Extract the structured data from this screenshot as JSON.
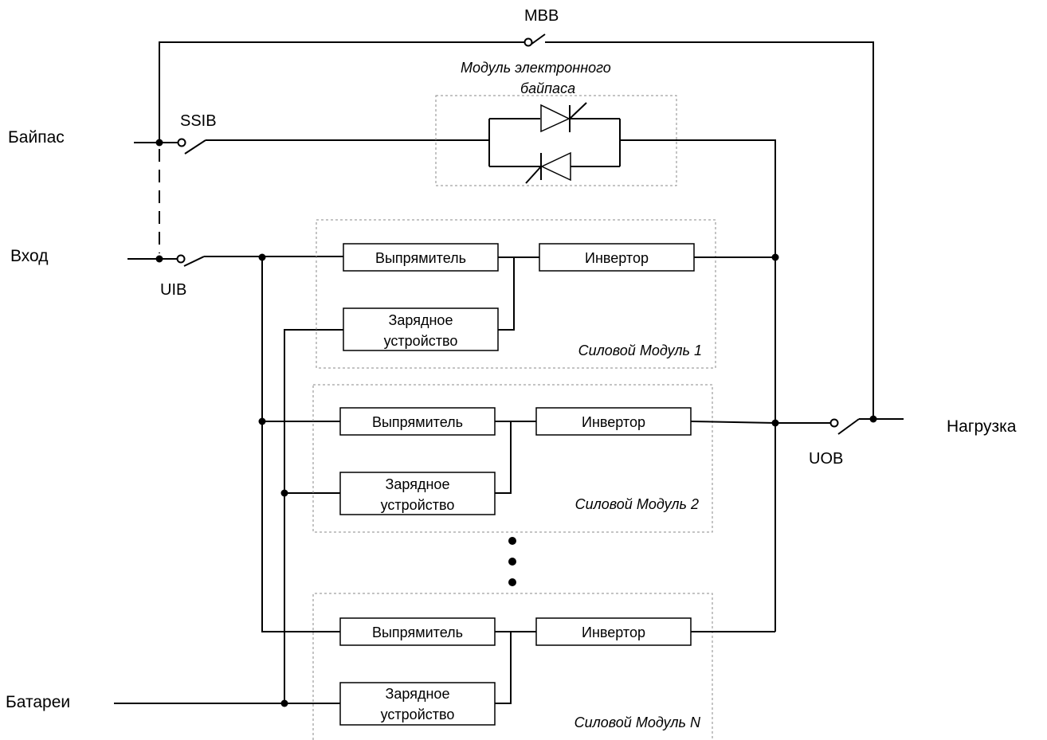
{
  "labels": {
    "bypass": "Байпас",
    "input": "Вход",
    "batteries": "Батареи",
    "load": "Нагрузка"
  },
  "switches": {
    "mbb": "MBB",
    "ssib": "SSIB",
    "uib": "UIB",
    "uob": "UOB"
  },
  "bypass_module": {
    "line1": "Модуль электронного",
    "line2": "байпаса"
  },
  "power_modules": [
    {
      "rectifier": "Выпрямитель",
      "inverter": "Инвертор",
      "charger_line1": "Зарядное",
      "charger_line2": "устройство",
      "title": "Силовой Модуль  1"
    },
    {
      "rectifier": "Выпрямитель",
      "inverter": "Инвертор",
      "charger_line1": "Зарядное",
      "charger_line2": "устройство",
      "title": "Силовой Модуль  2"
    },
    {
      "rectifier": "Выпрямитель",
      "inverter": "Инвертор",
      "charger_line1": "Зарядное",
      "charger_line2": "устройство",
      "title": "Силовой Модуль  N"
    }
  ]
}
